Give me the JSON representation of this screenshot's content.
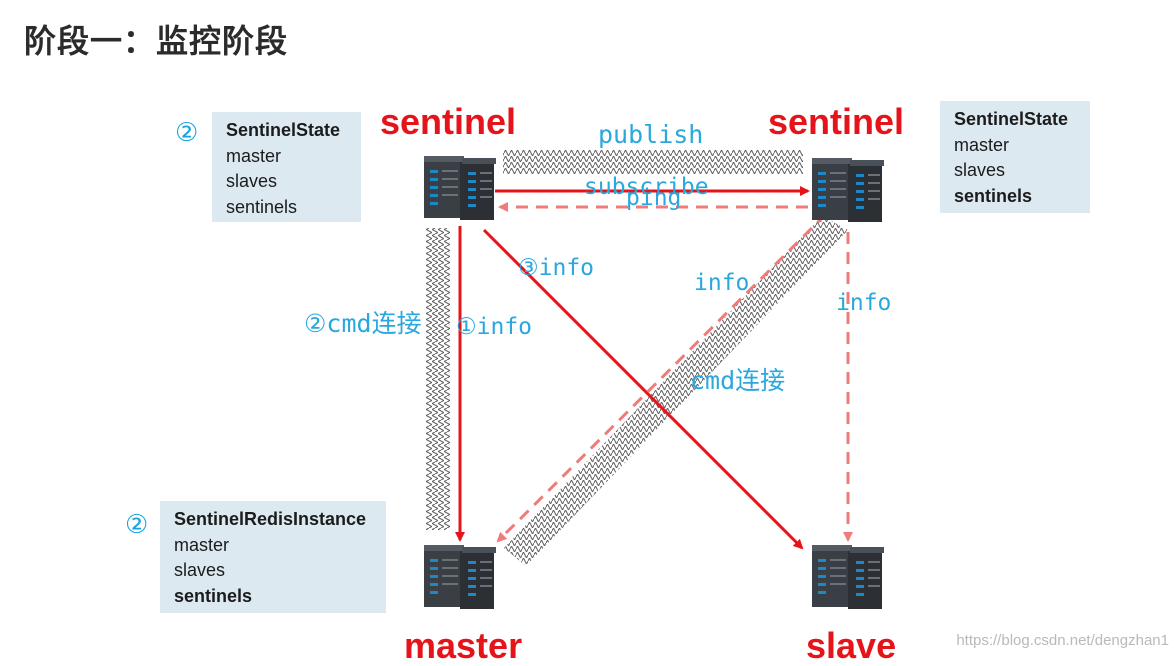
{
  "title": "阶段一：监控阶段",
  "nodes": {
    "sentinel_left": "sentinel",
    "sentinel_right": "sentinel",
    "master": "master",
    "slave": "slave"
  },
  "boxes": {
    "left_top": {
      "marker": "②",
      "header": "SentinelState",
      "lines": [
        "master",
        "slaves",
        "sentinels"
      ]
    },
    "right_top": {
      "header": "SentinelState",
      "lines": [
        "master",
        "slaves"
      ],
      "bold_line": "sentinels"
    },
    "bottom_left": {
      "marker": "②",
      "header": "SentinelRedisInstance",
      "lines": [
        "master",
        "slaves"
      ],
      "bold_line": "sentinels"
    }
  },
  "edge_labels": {
    "publish": "publish",
    "subscribe": "subscribe",
    "ping": "ping",
    "info3": "③info",
    "info1": "①info",
    "cmd_left": "②cmd连接",
    "info_cross": "info",
    "info_right": "info",
    "cmd_cross": "cmd连接"
  },
  "colors": {
    "red": "#e5141a",
    "red_dashed": "#ef7b7b",
    "label_blue": "#2aa8de",
    "box_bg": "#dce9f1"
  },
  "watermark": "https://blog.csdn.net/dengzhan1"
}
